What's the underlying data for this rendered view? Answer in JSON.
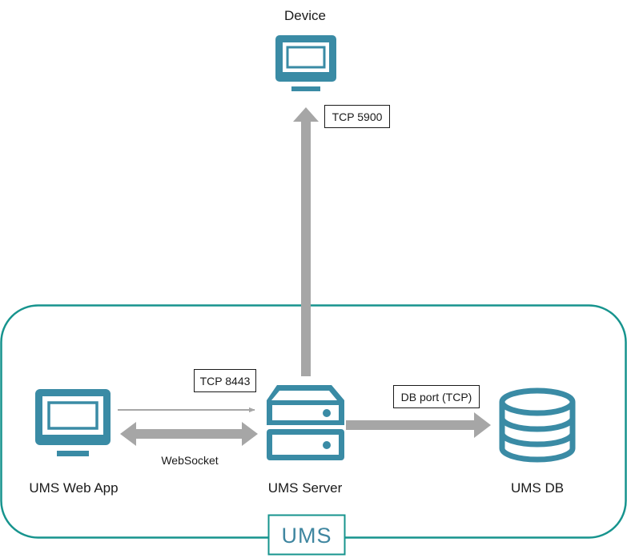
{
  "nodes": {
    "device": {
      "label": "Device",
      "icon": "monitor-icon"
    },
    "web_app": {
      "label": "UMS Web App",
      "icon": "monitor-icon"
    },
    "server": {
      "label": "UMS Server",
      "icon": "server-icon"
    },
    "db": {
      "label": "UMS DB",
      "icon": "database-icon"
    }
  },
  "edges": {
    "server_to_device": {
      "label": "TCP 5900"
    },
    "web_to_server": {
      "label": "TCP 8443"
    },
    "websocket": {
      "label": "WebSocket"
    },
    "server_to_db": {
      "label": "DB port (TCP)"
    }
  },
  "container": {
    "badge": "UMS"
  },
  "colors": {
    "icon": "#3a8ba5",
    "container": "#17948e",
    "arrow": "#a6a6a6",
    "badge_text": "#3f86a0"
  }
}
